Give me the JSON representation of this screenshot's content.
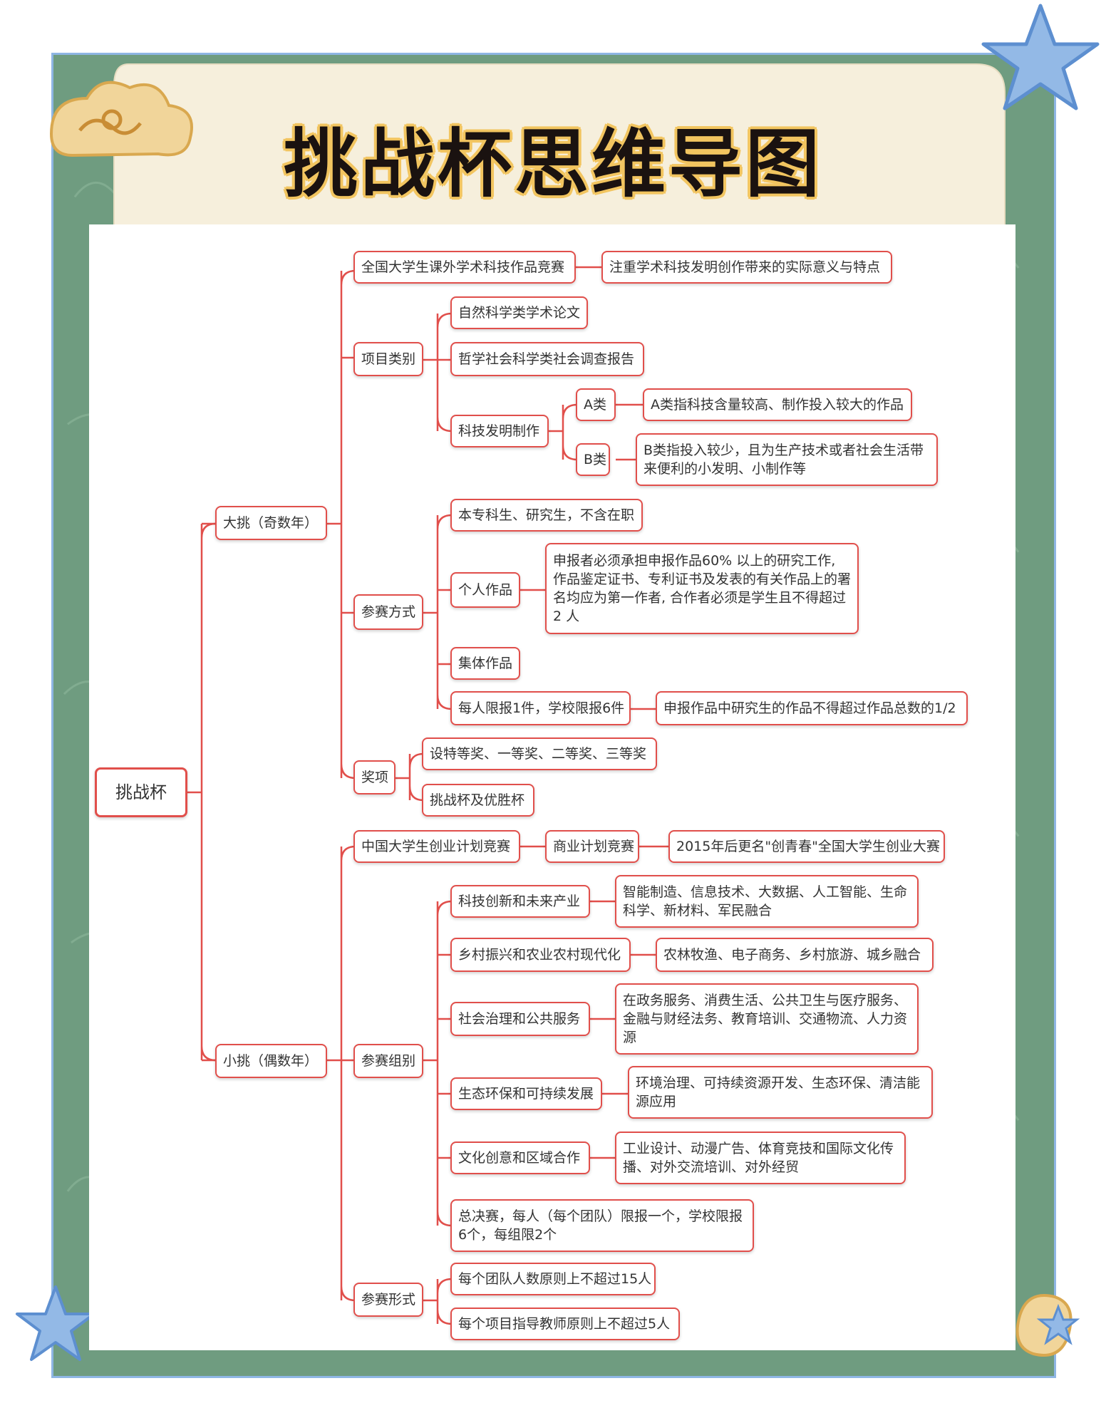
{
  "title": "挑战杯思维导图",
  "mindmap": {
    "root": "挑战杯",
    "da_tiao": {
      "label": "大挑（奇数年）",
      "competition": {
        "label": "全国大学生课外学术科技作品竞赛",
        "note": "注重学术科技发明创作带来的实际意义与特点"
      },
      "categories": {
        "label": "项目类别",
        "natural": "自然科学类学术论文",
        "social": "哲学社会科学类社会调查报告",
        "tech": {
          "label": "科技发明制作",
          "a_label": "A类",
          "a_note": "A类指科技含量较高、制作投入较大的作品",
          "b_label": "B类",
          "b_note": "B类指投入较少，且为生产技术或者社会生活带来便利的小发明、小制作等"
        }
      },
      "participation": {
        "label": "参赛方式",
        "eligibility": "本专科生、研究生，不含在职",
        "individual": "个人作品",
        "individual_note": "申报者必须承担申报作品60% 以上的研究工作, 作品鉴定证书、专利证书及发表的有关作品上的署名均应为第一作者, 合作者必须是学生且不得超过2 人",
        "collective": "集体作品",
        "limit": "每人限报1件，学校限报6件",
        "limit_note": "申报作品中研究生的作品不得超过作品总数的1/2"
      },
      "awards": {
        "label": "奖项",
        "levels": "设特等奖、一等奖、二等奖、三等奖",
        "cups": "挑战杯及优胜杯"
      }
    },
    "xiao_tiao": {
      "label": "小挑（偶数年）",
      "competition": {
        "label": "中国大学生创业计划竞赛",
        "alias": "商业计划竞赛",
        "note": "2015年后更名\"创青春\"全国大学生创业大赛"
      },
      "groups": {
        "label": "参赛组别",
        "items": [
          {
            "label": "科技创新和未来产业",
            "note": "智能制造、信息技术、大数据、人工智能、生命科学、新材料、军民融合"
          },
          {
            "label": "乡村振兴和农业农村现代化",
            "note": "农林牧渔、电子商务、乡村旅游、城乡融合"
          },
          {
            "label": "社会治理和公共服务",
            "note": "在政务服务、消费生活、公共卫生与医疗服务、金融与财经法务、教育培训、交通物流、人力资源"
          },
          {
            "label": "生态环保和可持续发展",
            "note": "环境治理、可持续资源开发、生态环保、清洁能源应用"
          },
          {
            "label": "文化创意和区域合作",
            "note": "工业设计、动漫广告、体育竞技和国际文化传播、对外交流培训、对外经贸"
          }
        ],
        "final": "总决赛，每人（每个团队）限报一个，学校限报6个，每组限2个"
      },
      "format": {
        "label": "参赛形式",
        "team_size": "每个团队人数原则上不超过15人",
        "advisors": "每个项目指导教师原则上不超过5人"
      }
    }
  }
}
